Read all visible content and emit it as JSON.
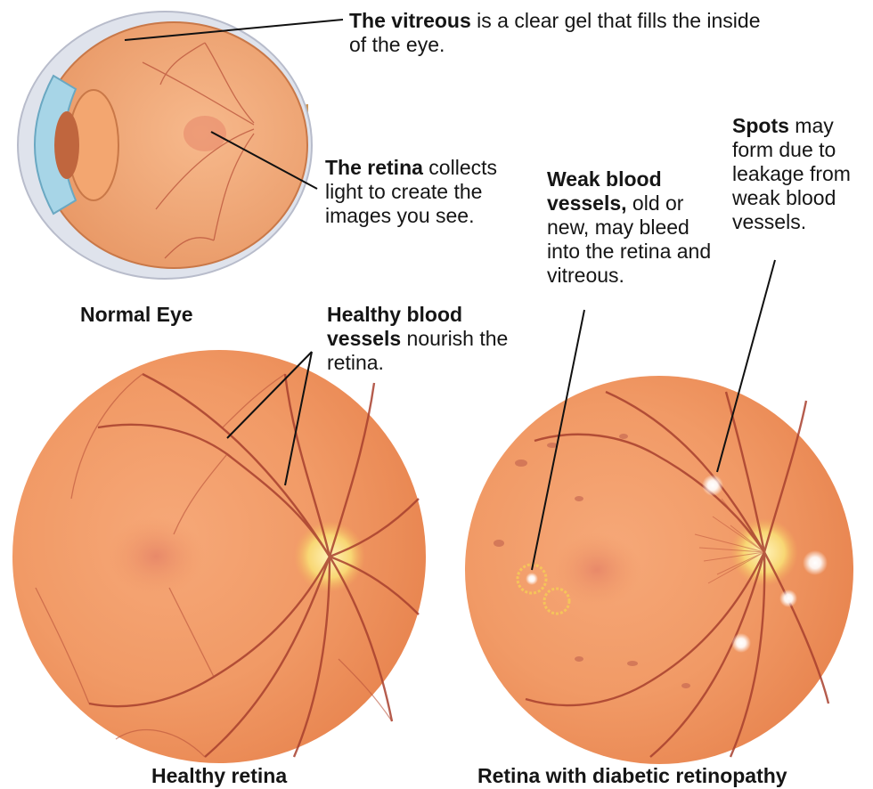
{
  "callouts": {
    "vitreous": {
      "bold": "The vitreous",
      "rest": " is a clear gel that fills the inside of the eye."
    },
    "retina": {
      "bold": "The retina",
      "rest": " collects light to create the images you see."
    },
    "healthy_vessels": {
      "bold": "Healthy blood vessels",
      "rest": " nourish the retina."
    },
    "weak_vessels": {
      "bold": "Weak blood vessels,",
      "rest": " old or new, may bleed into the retina and vitreous."
    },
    "spots": {
      "bold": "Spots",
      "rest": " may form due to leakage from weak blood vessels."
    }
  },
  "captions": {
    "normal_eye": "Normal Eye",
    "healthy_retina": "Healthy retina",
    "diabetic_retina": "Retina with diabetic retinopathy"
  },
  "colors": {
    "retina_orange": "#f0a46e",
    "vessel_red": "#a8402e",
    "optic_disc_yellow": "#f8dc7a",
    "lens_blue": "#9fd1e4",
    "spot_white": "#ffffff"
  }
}
